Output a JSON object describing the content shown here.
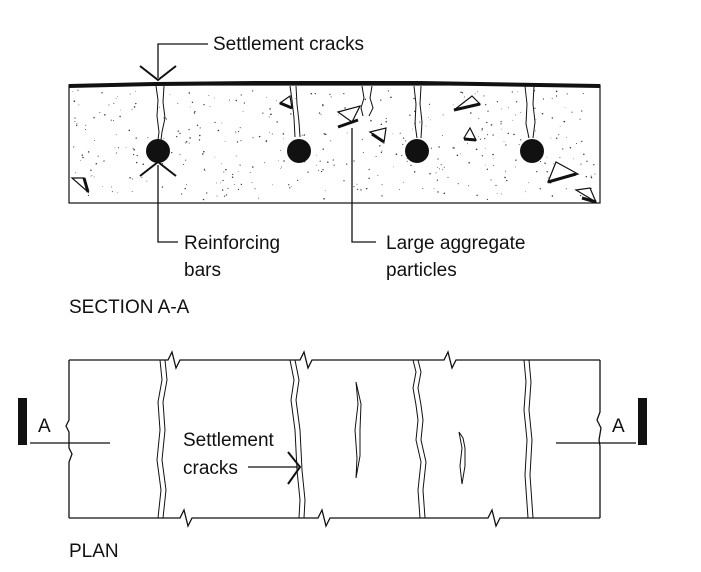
{
  "section": {
    "title": "SECTION A-A",
    "crack_label": "Settlement cracks",
    "bars_label_line1": "Reinforcing",
    "bars_label_line2": "bars",
    "aggregate_label_line1": "Large aggregate",
    "aggregate_label_line2": "particles"
  },
  "plan": {
    "title": "PLAN",
    "crack_label_line1": "Settlement",
    "crack_label_line2": "cracks",
    "left_marker": "A",
    "right_marker": "A"
  }
}
